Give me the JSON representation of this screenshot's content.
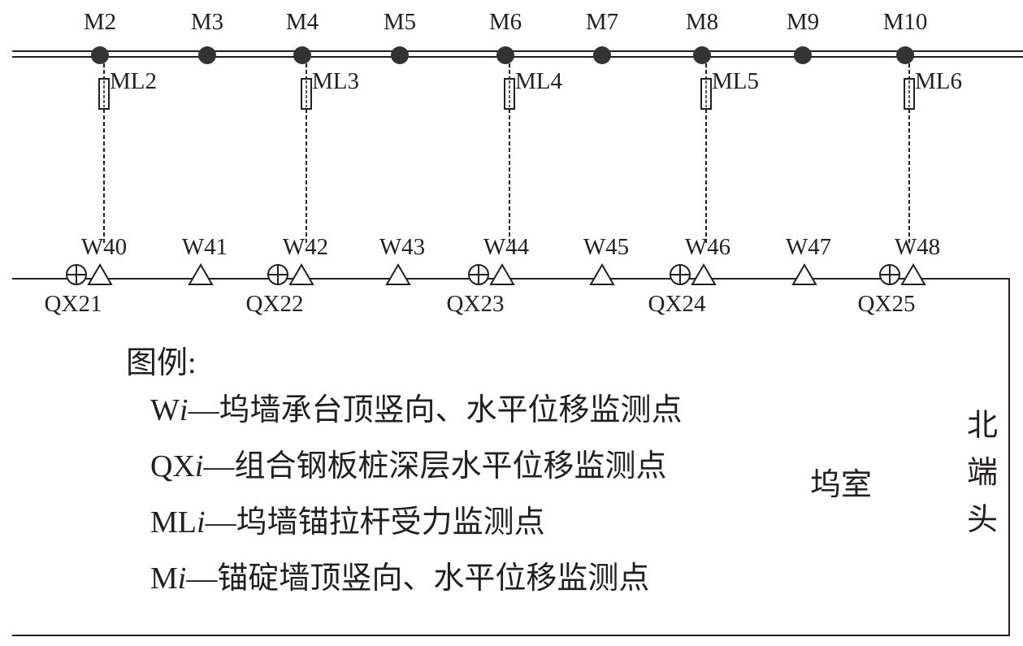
{
  "anchor_points": [
    {
      "label": "M2",
      "ml": "ML2"
    },
    {
      "label": "M3"
    },
    {
      "label": "M4",
      "ml": "ML3"
    },
    {
      "label": "M5"
    },
    {
      "label": "M6",
      "ml": "ML4"
    },
    {
      "label": "M7"
    },
    {
      "label": "M8",
      "ml": "ML5"
    },
    {
      "label": "M9"
    },
    {
      "label": "M10",
      "ml": "ML6"
    }
  ],
  "wall_points": [
    {
      "label": "W40",
      "qx": "QX21"
    },
    {
      "label": "W41"
    },
    {
      "label": "W42",
      "qx": "QX22"
    },
    {
      "label": "W43"
    },
    {
      "label": "W44",
      "qx": "QX23"
    },
    {
      "label": "W45"
    },
    {
      "label": "W46",
      "qx": "QX24"
    },
    {
      "label": "W47"
    },
    {
      "label": "W48",
      "qx": "QX25"
    }
  ],
  "legend": {
    "title": "图例:",
    "rows": [
      {
        "code": "W",
        "sub": "i",
        "text": "—坞墙承台顶竖向、水平位移监测点"
      },
      {
        "code": "QX",
        "sub": "i",
        "text": "—组合钢板桩深层水平位移监测点"
      },
      {
        "code": "ML",
        "sub": "i",
        "text": "—坞墙锚拉杆受力监测点"
      },
      {
        "code": "M",
        "sub": "i",
        "text": "—锚碇墙顶竖向、水平位移监测点"
      }
    ]
  },
  "room_label": "坞室",
  "north_label": [
    "北",
    "端",
    "头"
  ]
}
